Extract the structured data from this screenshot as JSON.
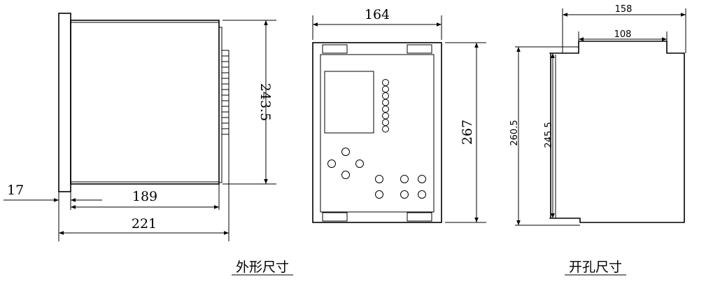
{
  "side_view": {
    "dims": {
      "flange_thickness": "17",
      "body_depth": "189",
      "total_depth": "221",
      "body_height": "243.5"
    }
  },
  "front_view": {
    "dims": {
      "width": "164",
      "height": "267"
    },
    "led_count": 8
  },
  "cutout_view": {
    "dims": {
      "outer_width": "158",
      "inner_width": "108",
      "outer_height": "260.5",
      "inner_height": "245.5"
    }
  },
  "captions": {
    "outline": "外形尺寸",
    "cutout": "开孔尺寸"
  }
}
